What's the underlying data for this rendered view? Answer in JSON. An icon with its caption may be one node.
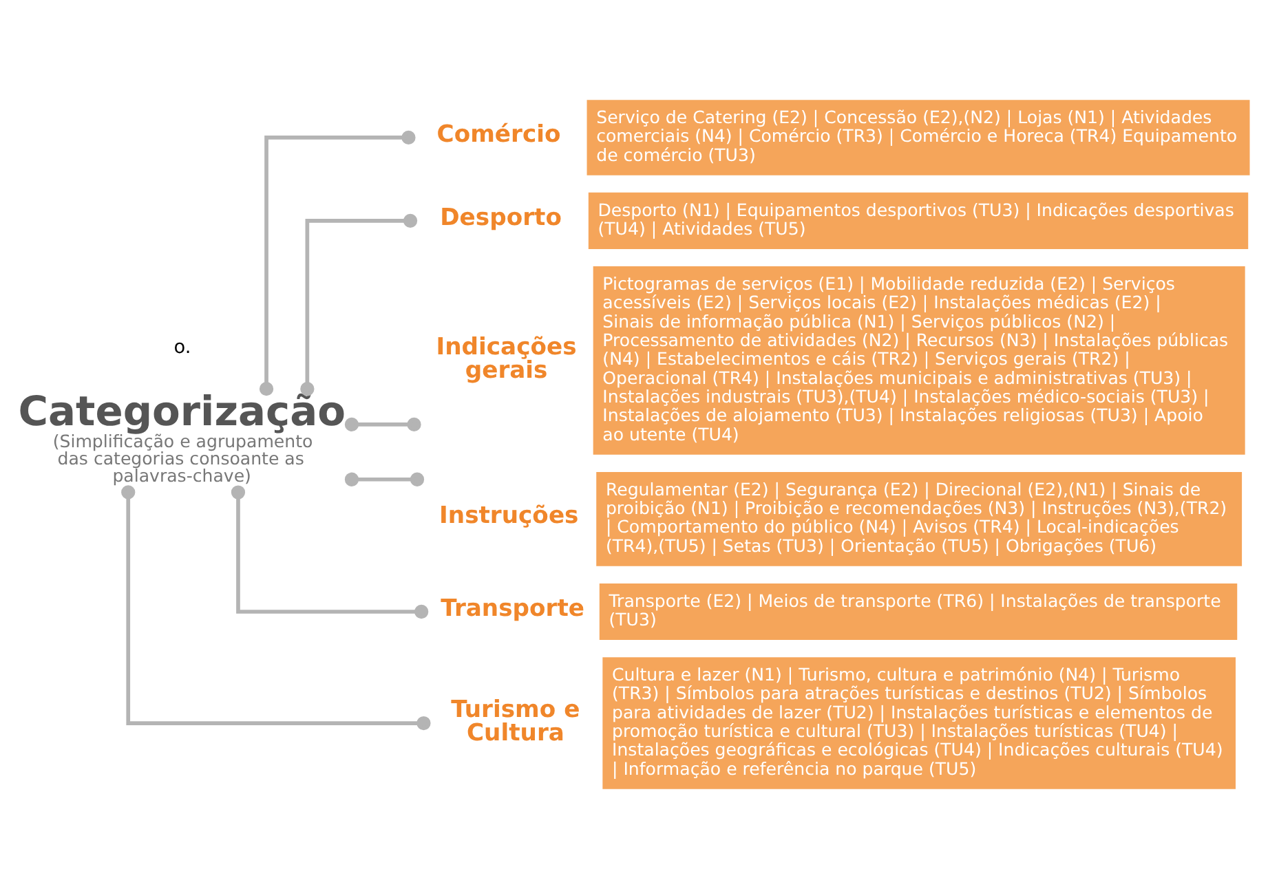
{
  "diagram": {
    "nodes": [
      {
        "text": [
          "Categorização",
          "(Simplificação e agrupamento das categorias consoante as palavras-chave)"
        ]
      },
      {
        "text": [
          "Comércio",
          "Serviço de Catering (E2) | Concessão (E2),(N2) | Lojas (N1) | Atividades comerciais (N4) | Comércio (TR3) | Comércio e Horeca (TR4) Equipamento de comércio (TU3)"
        ]
      },
      {
        "text": [
          "Desporto",
          "Desporto (N1) | Equipamentos desportivos (TU3) | Indicações desportivas (TU4) | Atividades (TU5)"
        ]
      },
      {
        "text": [
          "Indicações gerais",
          "Pictogramas de serviços (E1) | Mobilidade reduzida (E2) | Serviços acessíveis (E2) | Serviços locais (E2) | Instalações médicas (E2) | Sinais de informação pública (N1) | Serviços públicos (N2) | Processamento de atividades (N2) | Recursos (N3) | Instalações públicas (N4) | Estabelecimentos e cáis (TR2) | Serviços gerais (TR2) | Operacional (TR4) | Instalações municipais e administrativas (TU3) | Instalações industrais (TU3),(TU4) | Instalações médico-sociais (TU3) | Instalações de alojamento (TU3) | Instalações religiosas (TU3) | Apoio ao utente (TU4)"
        ]
      },
      {
        "text": [
          "Instruções",
          "Regulamentar (E2) | Segurança (E2) | Direcional (E2),(N1) | Sinais de proibição (N1) | Proibição e recomendações (N3) | Instruções (N3),(TR2) | Comportamento do público (N4) | Avisos (TR4) | Local-indicações (TR4),(TU5) | Setas (TU3) | Orientação (TU5) | Obrigações (TU6)"
        ]
      },
      {
        "text": [
          "Transporte",
          "Transporte (E2) | Meios de transporte (TR6) | Instalações de transporte (TU3)"
        ]
      },
      {
        "text": [
          "Turismo e Cultura",
          "Cultura e lazer (N1) | Turismo, cultura e património (N4) | Turismo (TR3) | Símbolos para atrações turísticas e destinos (TU2) | Símbolos para atividades de lazer (TU2) | Instalações turísticas e elementos de promoção turística e cultural (TU3) | Instalações turísticas (TU4) | Instalações geográficas e ecológicas (TU4) | Indicações culturais (TU4) | Informação e referência no parque (TU5)"
        ]
      }
    ],
    "edges": [
      {
        "from": 0,
        "to": 1,
        "arrow": "other"
      },
      {
        "from": 0,
        "to": 2,
        "arrow": "other"
      },
      {
        "from": 0,
        "to": 3,
        "arrow": "other"
      },
      {
        "from": 0,
        "to": 4,
        "arrow": "other"
      },
      {
        "from": 0,
        "to": 5,
        "arrow": "other"
      },
      {
        "from": 0,
        "to": 6,
        "arrow": "other"
      }
    ],
    "labels": [
      "o."
    ]
  }
}
